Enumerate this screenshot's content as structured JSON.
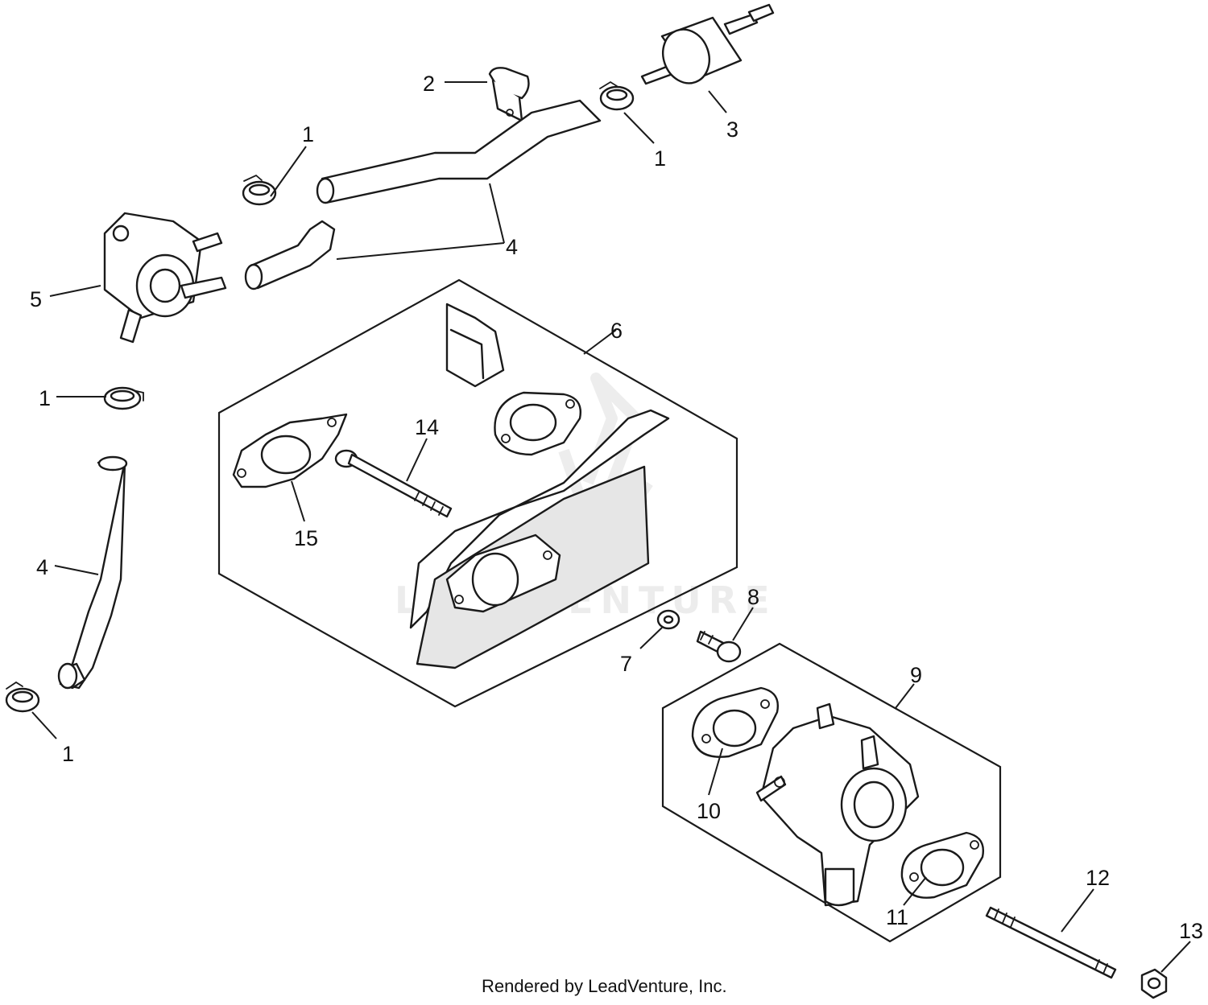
{
  "callouts": {
    "c1a": "1",
    "c1b": "1",
    "c1c": "1",
    "c1d": "1",
    "c2": "2",
    "c3": "3",
    "c4a": "4",
    "c4b": "4",
    "c5": "5",
    "c6": "6",
    "c7": "7",
    "c8": "8",
    "c9": "9",
    "c10": "10",
    "c11": "11",
    "c12": "12",
    "c13": "13",
    "c14": "14",
    "c15": "15"
  },
  "watermark": {
    "text": "LEADVENTURE"
  },
  "footer": {
    "credit": "Rendered by LeadVenture, Inc."
  }
}
